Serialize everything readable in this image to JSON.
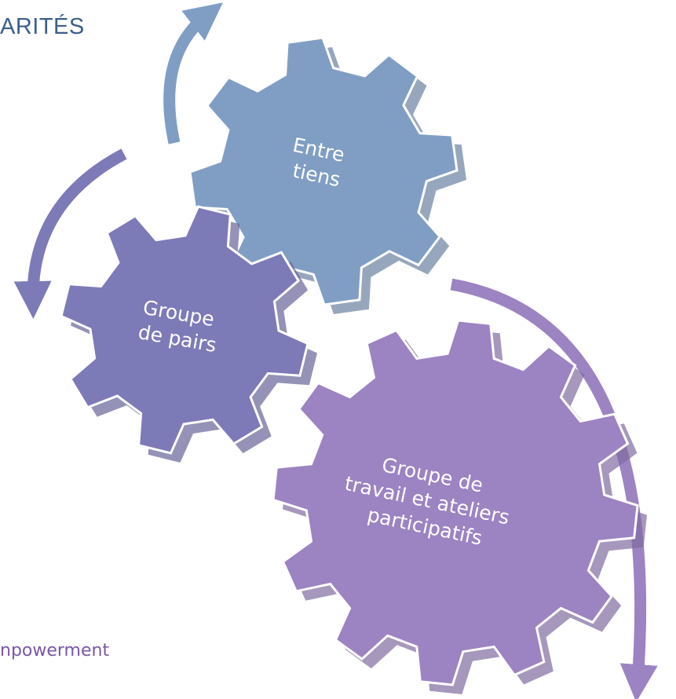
{
  "page": {
    "heading_fragment": "ARITÉS",
    "footer_fragment": "npowerment"
  },
  "colors": {
    "gear_entretiens": "#809ec4",
    "gear_pairs": "#7d7ab8",
    "gear_travail": "#9c83c2",
    "arrow_blue": "#809ec4",
    "arrow_indigo": "#7d7ab8",
    "arrow_purple": "#9c83c2"
  },
  "gears": {
    "entretiens": {
      "line1": "Entre",
      "line2": "tiens"
    },
    "pairs": {
      "line1": "Groupe",
      "line2": "de pairs"
    },
    "travail": {
      "line1": "Groupe de",
      "line2": "travail et ateliers",
      "line3": "participatifs"
    }
  }
}
